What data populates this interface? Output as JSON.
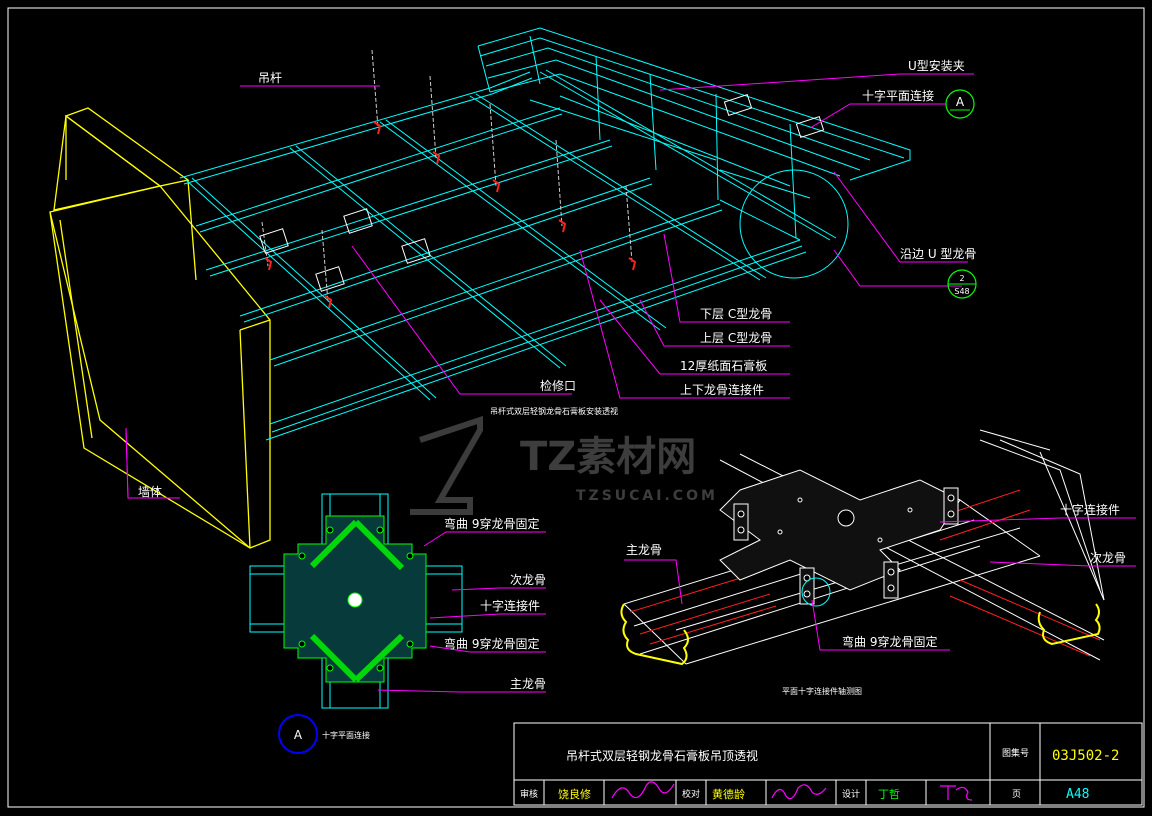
{
  "colors": {
    "background": "#000000",
    "frame": "#ffffff",
    "steel": "#00ffff",
    "wall": "#ffff00",
    "leader": "#ff00ff",
    "hanger": "#ff2020",
    "circle": "#00ff00",
    "detail_ring": "#0000ff",
    "joint": "#00ff00"
  },
  "main_view": {
    "title": "吊杆式双层轻钢龙骨石膏板安装透视",
    "labels": {
      "hanger_rod": "吊杆",
      "u_clip": "U型安装夹",
      "cross_plane": "十字平面连接",
      "edge_u_keel": "沿边 U 型龙骨",
      "lower_c_keel": "下层 C型龙骨",
      "upper_c_keel": "上层 C型龙骨",
      "gypsum_board": "12厚纸面石膏板",
      "keel_connector": "上下龙骨连接件",
      "access_hole": "检修口",
      "wall": "墙体"
    },
    "callout_a": "A",
    "callout_2_top": "2",
    "callout_2_bottom": "S48"
  },
  "detail_a": {
    "title": "十字平面连接",
    "marker": "A",
    "labels": {
      "bend_fix_top": "弯曲 9穿龙骨固定",
      "secondary_keel": "次龙骨",
      "cross_connector": "十字连接件",
      "bend_fix_bottom": "弯曲 9穿龙骨固定",
      "main_keel": "主龙骨"
    }
  },
  "detail_b": {
    "title": "平面十字连接件轴测图",
    "labels": {
      "cross_connector": "十字连接件",
      "secondary_keel": "次龙骨",
      "main_keel": "主龙骨",
      "bend_fix": "弯曲 9穿龙骨固定"
    }
  },
  "watermark": {
    "brand": "TZ素材网",
    "url": "TZSUCAI.COM"
  },
  "title_block": {
    "drawing_title": "吊杆式双层轻钢龙骨石膏板吊顶透视",
    "atlas_label": "图集号",
    "atlas_no": "03J502-2",
    "review_label": "审核",
    "reviewer": "饶良修",
    "check_label": "校对",
    "checker": "黄德龄",
    "design_label": "设计",
    "designer": "丁哲",
    "page_label": "页",
    "page_no": "A48"
  }
}
